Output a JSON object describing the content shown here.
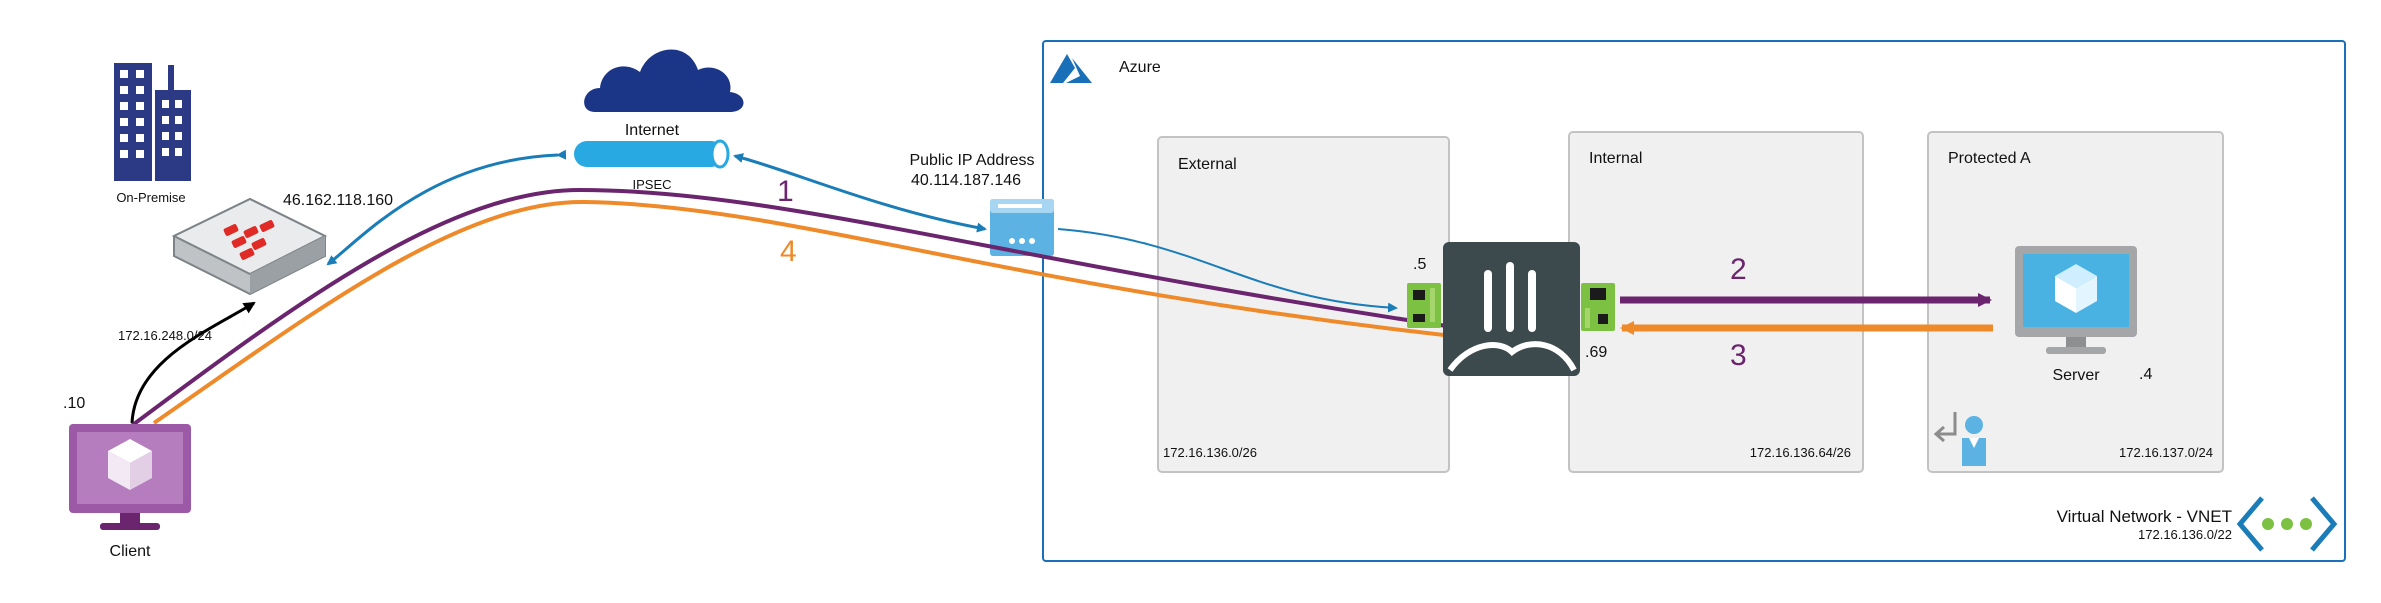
{
  "onprem": {
    "label": "On-Premise"
  },
  "internet": {
    "label": "Internet",
    "tunnel_label": "IPSEC"
  },
  "fw_onprem": {
    "ip": "46.162.118.160",
    "subnet": "172.16.248.0/24"
  },
  "client": {
    "label": "Client",
    "host": ".10"
  },
  "public_ip": {
    "title": "Public IP Address",
    "ip": "40.114.187.146"
  },
  "azure": {
    "label": "Azure"
  },
  "subnets": {
    "external": {
      "label": "External",
      "cidr": "172.16.136.0/26"
    },
    "internal": {
      "label": "Internal",
      "cidr": "172.16.136.64/26"
    },
    "protected": {
      "label": "Protected A",
      "cidr": "172.16.137.0/24"
    }
  },
  "fortigate": {
    "ext_ip": ".5",
    "int_ip": ".69"
  },
  "server": {
    "label": "Server",
    "host": ".4"
  },
  "vnet": {
    "label": "Virtual Network - VNET",
    "cidr": "172.16.136.0/22"
  },
  "flows": {
    "step1": "1",
    "step2": "2",
    "step3": "3",
    "step4": "4"
  },
  "colors": {
    "purple": "#6b246e",
    "orange": "#ee8a2a",
    "blue": "#1a7db8",
    "azure_blue": "#1a6fb9",
    "fortinet_red": "#e02a26",
    "fgt_dark": "#3c4a4e",
    "nic_green": "#7cc142",
    "subnet_fill": "#f0f0f0",
    "subnet_border": "#c3c3c3"
  }
}
